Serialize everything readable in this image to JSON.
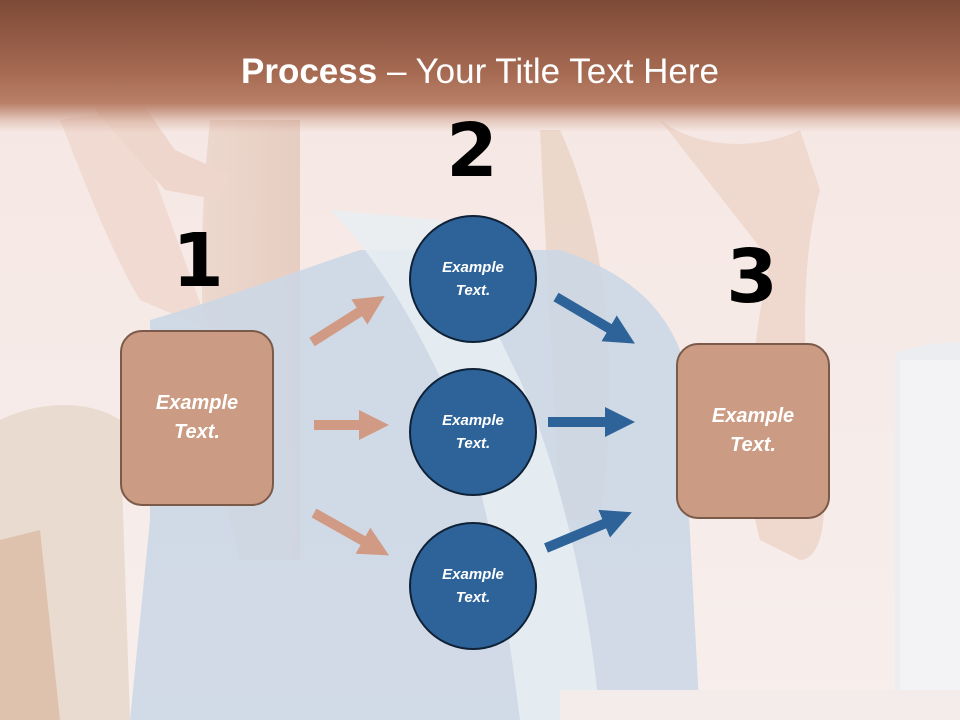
{
  "title": {
    "bold": "Process",
    "rest": " – Your Title Text Here"
  },
  "steps": {
    "one": {
      "number": "1",
      "text": "Example Text."
    },
    "two": {
      "number": "2",
      "text": "Example Text."
    },
    "three": {
      "number": "3",
      "text": "Example Text."
    }
  },
  "circles": [
    {
      "text": "Example Text."
    },
    {
      "text": "Example Text."
    },
    {
      "text": "Example Text."
    }
  ],
  "colors": {
    "header": "#a66a52",
    "box_fill": "#cb9b83",
    "circle_fill": "#2e6399",
    "arrow_left": "#d19a84",
    "arrow_right": "#2e6399"
  }
}
